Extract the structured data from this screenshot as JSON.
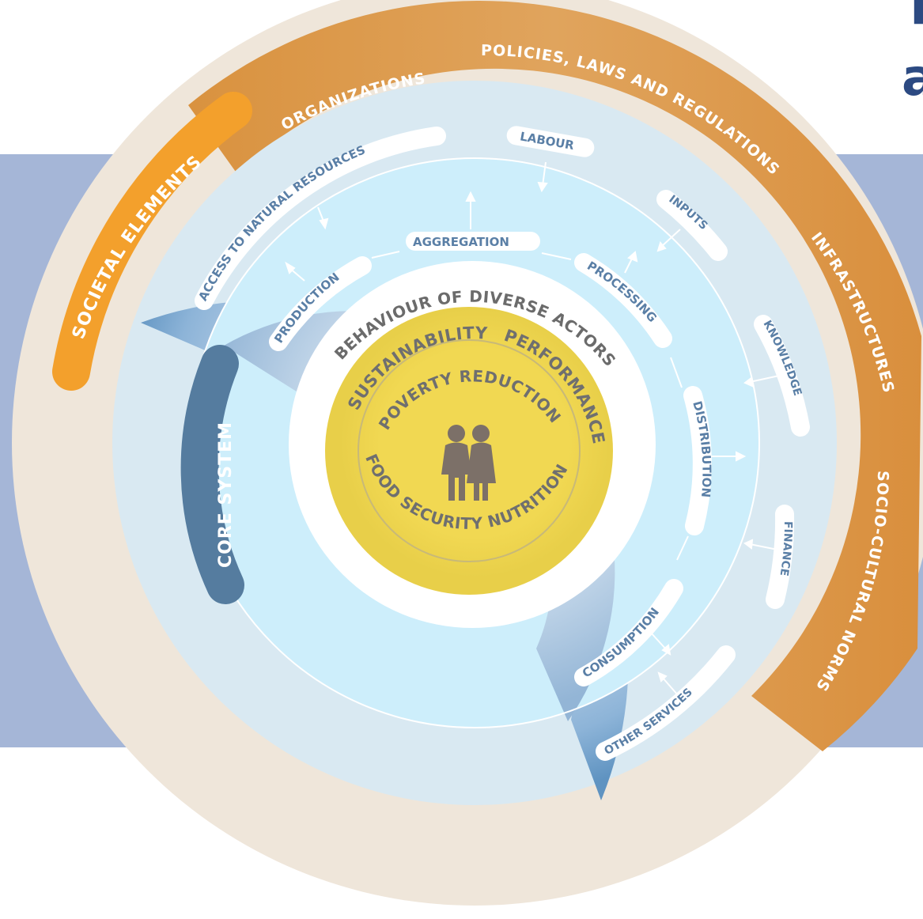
{
  "corner_glyphs": [
    "T",
    "a"
  ],
  "outer_ring": {
    "societal_elements": "SOCIETAL ELEMENTS",
    "organizations": "ORGANIZATIONS",
    "policies": "POLICIES, LAWS AND REGULATIONS",
    "infrastructures": "INFRASTRUCTURES",
    "socio_cultural": "SOCIO-CULTURAL NORMS"
  },
  "support_ring": {
    "access": "ACCESS TO NATURAL RESOURCES",
    "labour": "LABOUR",
    "inputs": "INPUTS",
    "knowledge": "KNOWLEDGE",
    "finance": "FINANCE",
    "other_services": "OTHER SERVICES"
  },
  "core_ring": {
    "core_system": "CORE SYSTEM",
    "production": "PRODUCTION",
    "aggregation": "AGGREGATION",
    "processing": "PROCESSING",
    "distribution": "DISTRIBUTION",
    "consumption": "CONSUMPTION"
  },
  "inner": {
    "behaviour": "BEHAVIOUR OF DIVERSE ACTORS"
  },
  "center": {
    "sustainability": "SUSTAINABILITY",
    "performance": "PERFORMANCE",
    "poverty": "POVERTY REDUCTION",
    "food_security": "FOOD SECURITY NUTRITION",
    "icon": "two-people-icon"
  },
  "colors": {
    "band": "#a5b6d7",
    "outer_orange": "#dd9a4d",
    "outer_beige": "#f0e6da",
    "societal_tab": "#f3a02c",
    "support_blue": "#6a9cc6",
    "core_tab": "#557c9f",
    "light_blue": "#cdeefb",
    "center_yellow": "#efd54d",
    "people": "#7c7068"
  }
}
